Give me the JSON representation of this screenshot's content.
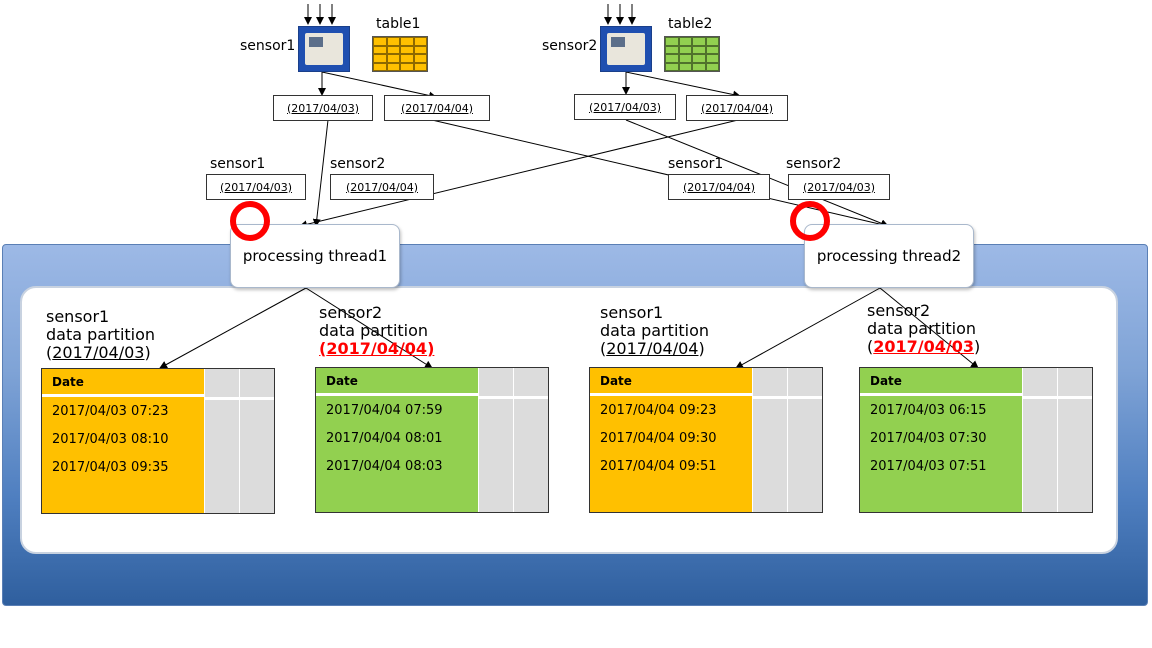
{
  "colors": {
    "orange": "#ffc000",
    "green": "#92d050",
    "red": "#ff0000",
    "band": "#4f7fc0"
  },
  "sensors": [
    {
      "name": "sensor1",
      "table": "table1",
      "dates": [
        "(2017/04/03)",
        "(2017/04/04)"
      ]
    },
    {
      "name": "sensor2",
      "table": "table2",
      "dates": [
        "(2017/04/03)",
        "(2017/04/04)"
      ]
    }
  ],
  "threads": [
    {
      "label": "processing thread1",
      "inputs": [
        {
          "sensor": "sensor1",
          "date": "(2017/04/03)"
        },
        {
          "sensor": "sensor2",
          "date": "(2017/04/04)"
        }
      ]
    },
    {
      "label": "processing thread2",
      "inputs": [
        {
          "sensor": "sensor1",
          "date": "(2017/04/04)"
        },
        {
          "sensor": "sensor2",
          "date": "(2017/04/03)"
        }
      ]
    }
  ],
  "partitions": [
    {
      "sensor": "sensor1",
      "subtitle": "data partition",
      "open": "(",
      "date": "2017/04/03",
      "close": ")",
      "highlight": false,
      "header": "Date",
      "rows": [
        "2017/04/03  07:23",
        "2017/04/03  08:10",
        "2017/04/03  09:35",
        ""
      ]
    },
    {
      "sensor": "sensor2",
      "subtitle": "data partition",
      "open": "(",
      "date": "2017/04/04",
      "close": ")",
      "highlight": true,
      "header": "Date",
      "rows": [
        "2017/04/04  07:59",
        "2017/04/04  08:01",
        "2017/04/04  08:03",
        ""
      ]
    },
    {
      "sensor": "sensor1",
      "subtitle": "data partition",
      "open": "(",
      "date": "2017/04/04",
      "close": ")",
      "highlight": false,
      "header": "Date",
      "rows": [
        "2017/04/04  09:23",
        "2017/04/04  09:30",
        "2017/04/04  09:51",
        ""
      ]
    },
    {
      "sensor": "sensor2",
      "subtitle": "data partition",
      "open": "(",
      "date": "2017/04/03",
      "close": ")",
      "highlight": true,
      "header": "Date",
      "rows": [
        "2017/04/03  06:15",
        "2017/04/03  07:30",
        "2017/04/03  07:51",
        ""
      ]
    }
  ]
}
